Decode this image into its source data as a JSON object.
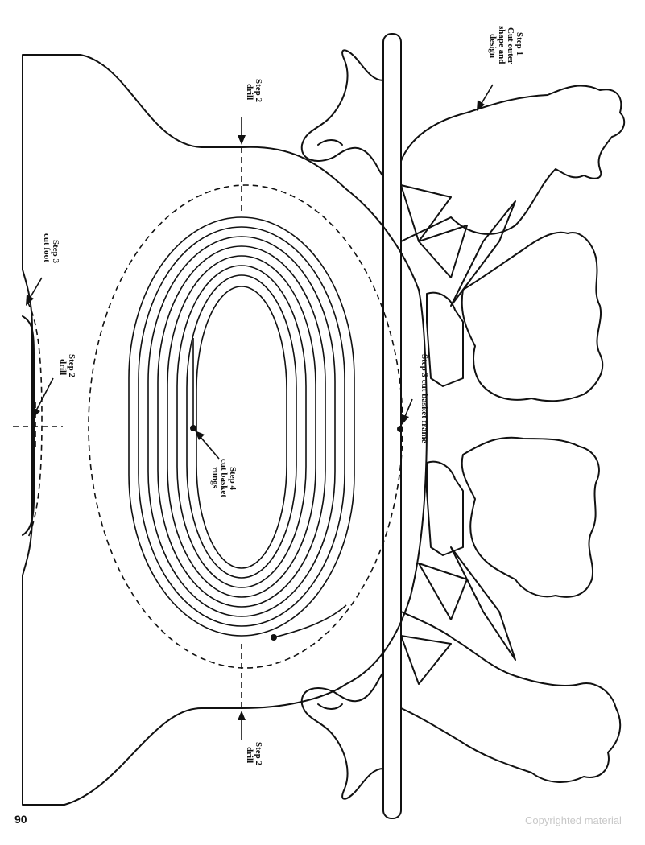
{
  "labels": {
    "step1_line1": "Step 1",
    "step1_line2": "Cut outer",
    "step1_line3": "shape and",
    "step1_line4": "design",
    "step2_top_line1": "Step 2",
    "step2_top_line2": "drill",
    "step2_bottom_line1": "Step 2",
    "step2_bottom_line2": "drill",
    "step2_left_line1": "Step 2",
    "step2_left_line2": "drill",
    "step3_foot_line1": "Step 3",
    "step3_foot_line2": "cut foot",
    "step3_frame": "Step 3 cut basket frame",
    "step4_line1": "Step 4",
    "step4_line2": "cut basket",
    "step4_line3": "rungs"
  },
  "page_number": "90",
  "copyright": "Copyrighted material"
}
